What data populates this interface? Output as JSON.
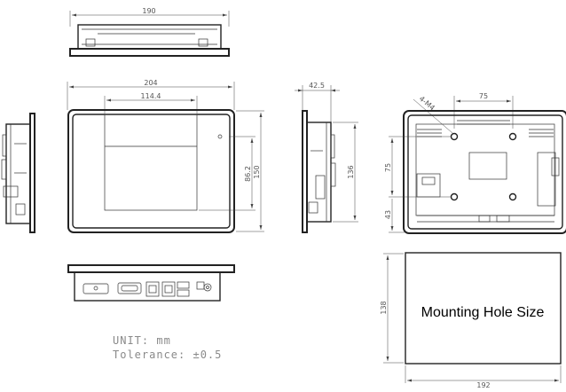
{
  "dimensions": {
    "top_width": "190",
    "front_width": "204",
    "screen_width": "114.4",
    "front_height": "150",
    "screen_height": "86.2",
    "side_depth": "42.5",
    "side_height": "136",
    "rear_hole_spacing_h": "75",
    "rear_hole_spacing_v": "75",
    "rear_bottom_offset": "43",
    "rear_hole_label": "4-M4",
    "cutout_height": "138",
    "cutout_width": "192"
  },
  "labels": {
    "mounting_hole": "Mounting Hole Size",
    "unit": "UNIT: mm",
    "tolerance": "Tolerance: ±0.5"
  },
  "colors": {
    "line": "#222222",
    "dimension_text": "#555555",
    "note_text": "#8a8a8a"
  }
}
